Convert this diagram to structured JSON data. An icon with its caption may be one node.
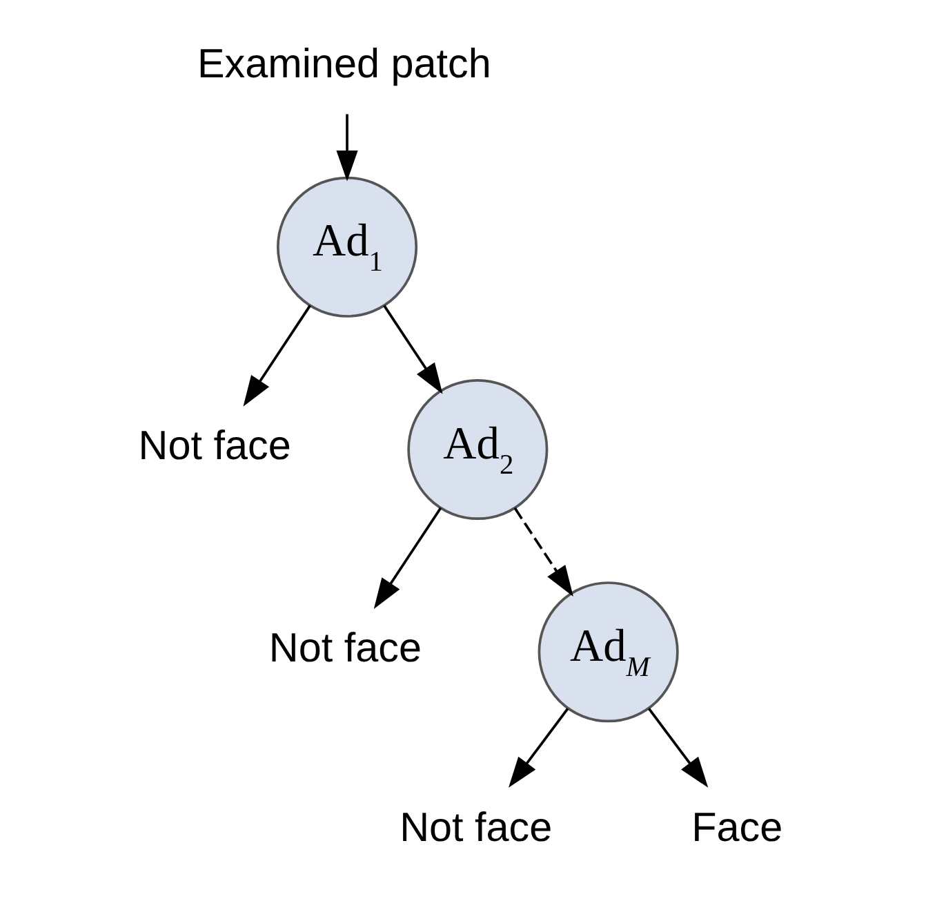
{
  "diagram": {
    "nodes": [
      {
        "text": [
          "Examined patch"
        ]
      },
      {
        "text": [
          "Ad$_{1}$"
        ]
      },
      {
        "text": [
          "Not face"
        ]
      },
      {
        "text": [
          "Ad$_{2}$"
        ]
      },
      {
        "text": [
          "Not face"
        ]
      },
      {
        "text": [
          "Ad$_{M}$"
        ]
      },
      {
        "text": [
          "Not face"
        ]
      },
      {
        "text": [
          "Face"
        ]
      }
    ],
    "edges": [
      {
        "from": 0,
        "to": 1,
        "arrow": "to"
      },
      {
        "from": 1,
        "to": 2,
        "arrow": "to"
      },
      {
        "from": 1,
        "to": 3,
        "arrow": "to"
      },
      {
        "from": 3,
        "to": 4,
        "arrow": "to"
      },
      {
        "from": 3,
        "to": 5,
        "arrow": "to",
        "style": "dashed"
      },
      {
        "from": 5,
        "to": 6,
        "arrow": "to"
      },
      {
        "from": 5,
        "to": 7,
        "arrow": "to"
      }
    ]
  }
}
